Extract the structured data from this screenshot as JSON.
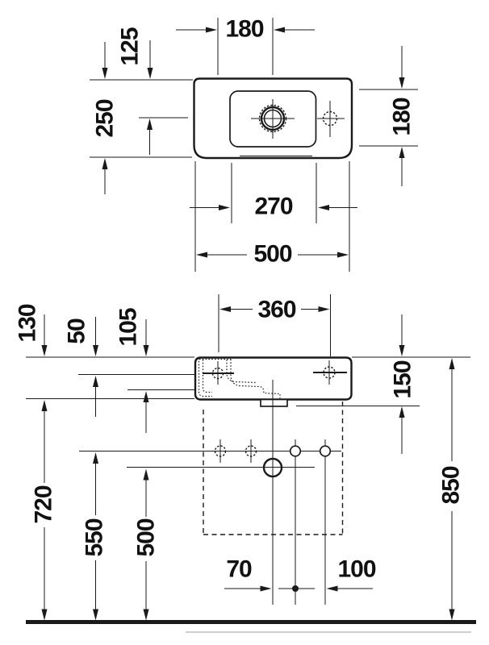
{
  "colors": {
    "line": "#1a1a1a",
    "background": "#ffffff"
  },
  "dimensions_mm": {
    "top_view": {
      "tap_span": "180",
      "rim_to_drain": "125",
      "depth": "250",
      "right_span": "180",
      "drain_span": "270",
      "width": "500"
    },
    "front_view": {
      "fixing_span": "360",
      "rim_to_130": "130",
      "rim_to_50": "50",
      "rim_to_105": "105",
      "body_height": "150",
      "h720": "720",
      "h550": "550",
      "h500": "500",
      "h850": "850",
      "off70": "70",
      "off100": "100"
    }
  }
}
